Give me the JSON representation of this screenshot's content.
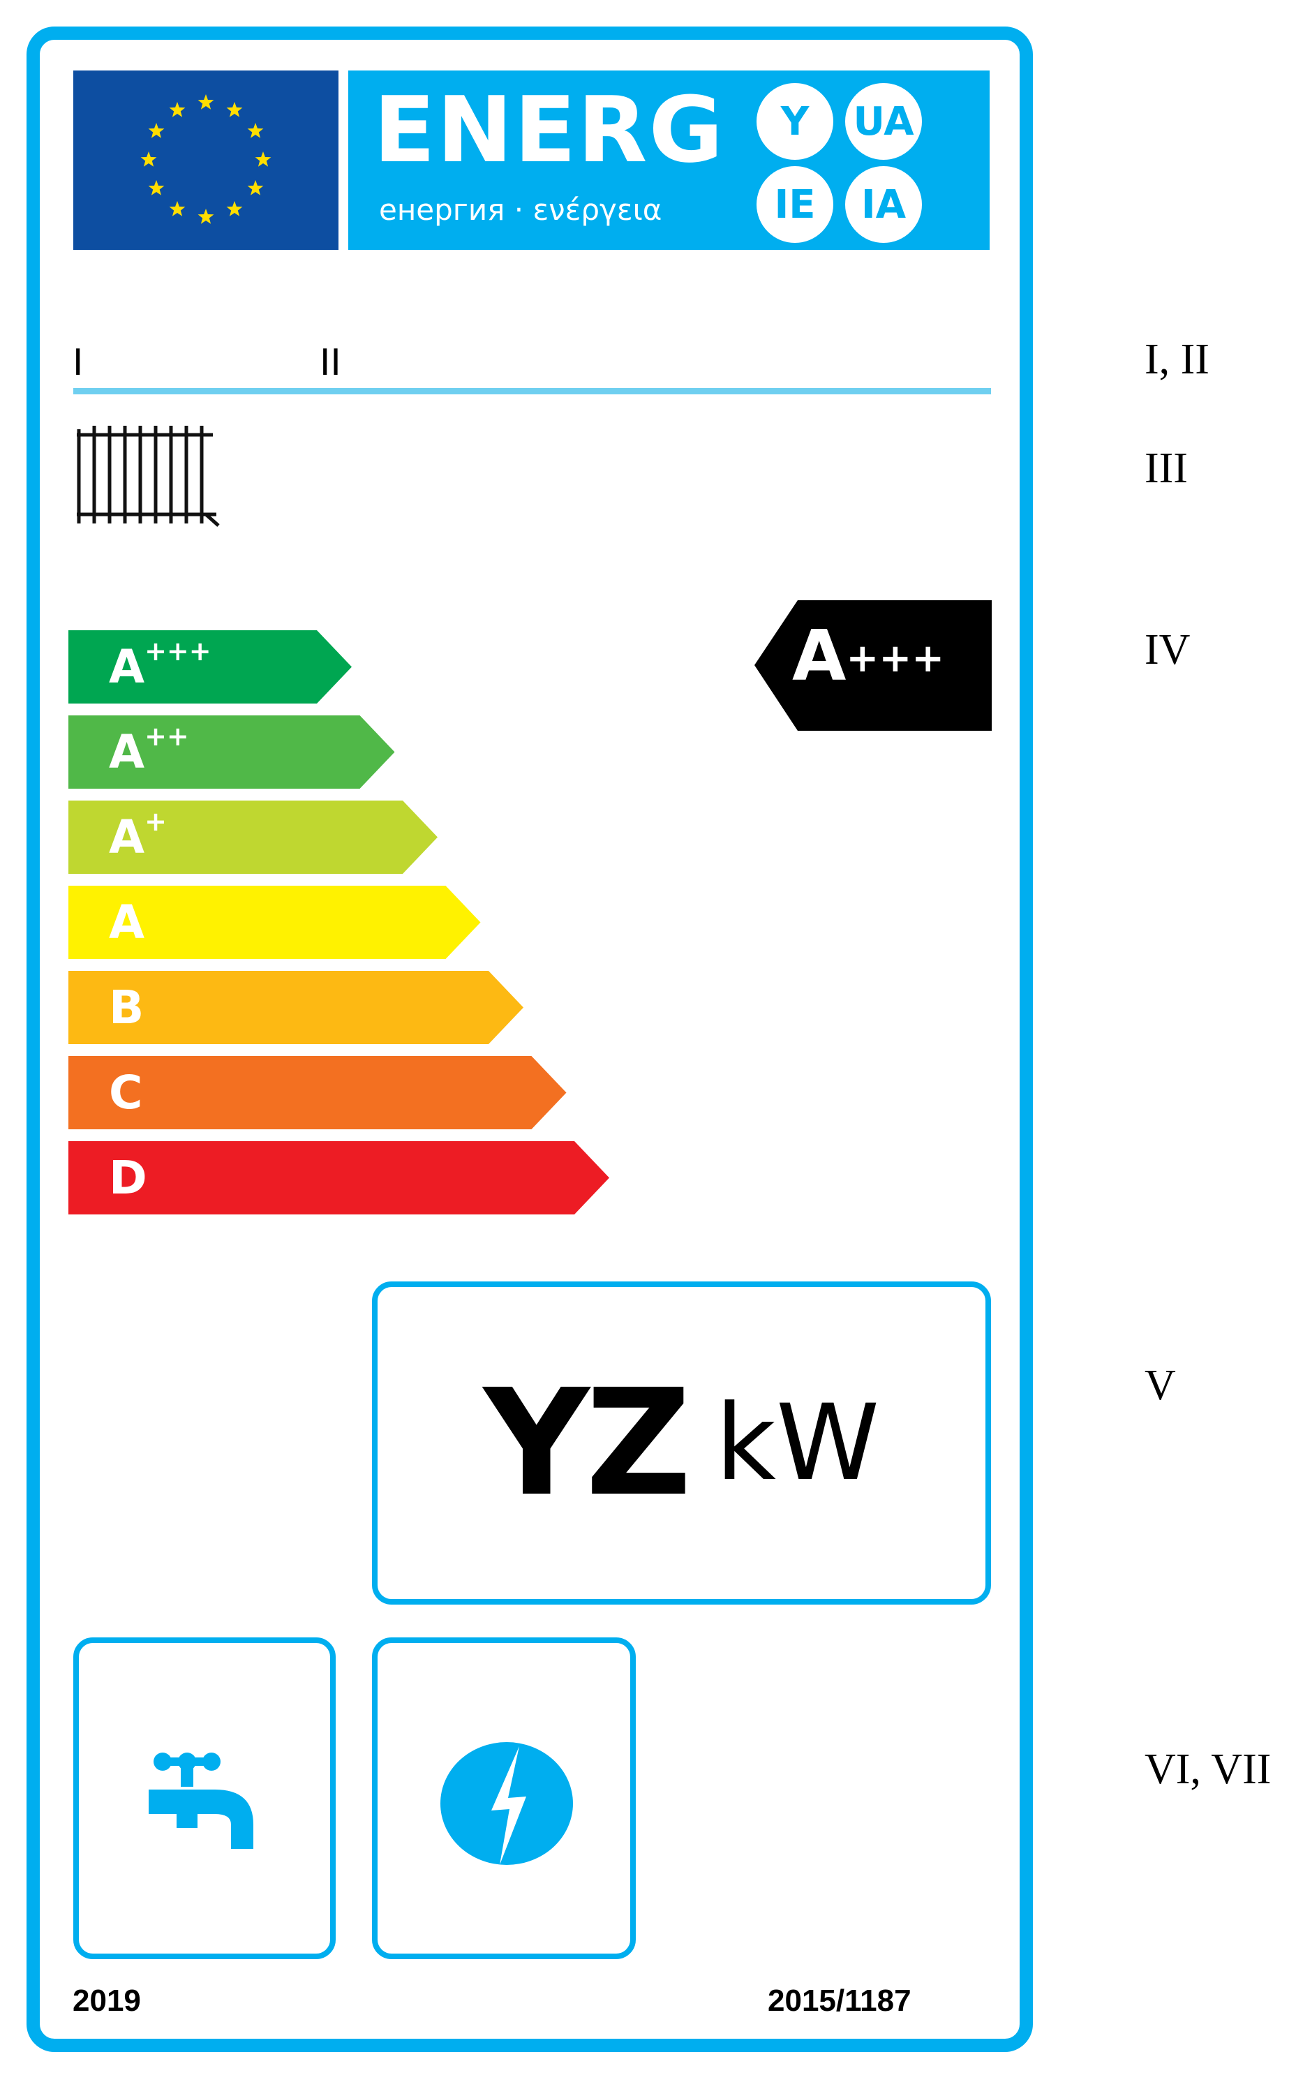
{
  "header": {
    "title": "ENERG",
    "subtitle": "енергия · ενέργεια",
    "language_badges": [
      "Y",
      "UA",
      "IE",
      "IA"
    ],
    "flag_icon": "eu-flag-icon",
    "colors": {
      "brand_blue": "#00aeef",
      "eu_blue": "#0d4ea1",
      "eu_star": "#ffde00"
    }
  },
  "fields": {
    "supplier": "I",
    "model": "II"
  },
  "product_icon": "radiator-icon",
  "scale": [
    {
      "base": "A",
      "sup": "+++",
      "color": "#00a651"
    },
    {
      "base": "A",
      "sup": "++",
      "color": "#50b848"
    },
    {
      "base": "A",
      "sup": "+",
      "color": "#bfd730"
    },
    {
      "base": "A",
      "sup": "",
      "color": "#fff200"
    },
    {
      "base": "B",
      "sup": "",
      "color": "#fdb913"
    },
    {
      "base": "C",
      "sup": "",
      "color": "#f37021"
    },
    {
      "base": "D",
      "sup": "",
      "color": "#ed1c24"
    }
  ],
  "rating": {
    "base": "A",
    "sup": "+++"
  },
  "output": {
    "value": "YZ",
    "unit": "kW"
  },
  "feature_icons": [
    "water-tap-icon",
    "electricity-icon"
  ],
  "footer": {
    "year": "2019",
    "regulation": "2015/1187"
  },
  "annotations": {
    "row1": "I, II",
    "row2": "III",
    "row3": "IV",
    "row4": "V",
    "row5": "VI, VII"
  }
}
